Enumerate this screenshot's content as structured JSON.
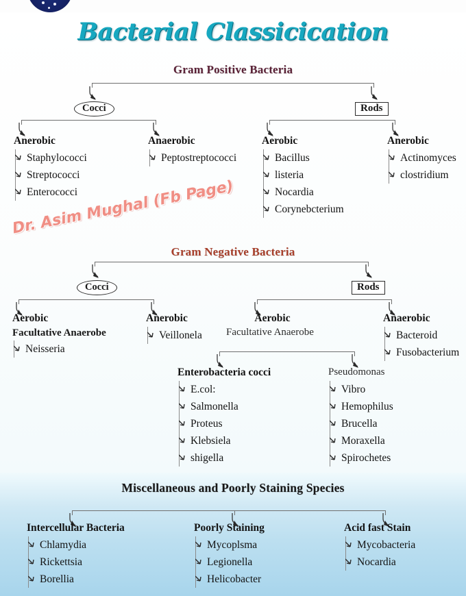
{
  "page": {
    "main_title": "Bacterial Classicication",
    "watermark": "Dr. Asim Mughal  (Fb Page)",
    "colors": {
      "title": "#17a8c0",
      "gram_positive_heading": "#5c2338",
      "gram_negative_heading": "#a8402c",
      "misc_heading": "#171717",
      "watermark": "#f08e84",
      "connector": "#6f6f6f",
      "bottom_band": "#a8d5ec"
    },
    "icons": {
      "avatar": "profile-avatar-icon",
      "connector": "hook-arrow-icon",
      "bullet": "tick-bullet-icon"
    }
  },
  "sections": {
    "gram_positive": {
      "title": "Gram Positive Bacteria",
      "nodes": {
        "cocci": "Cocci",
        "rods": "Rods"
      },
      "groups": [
        {
          "heading": "Anerobic",
          "items": [
            "Staphylococci",
            "Streptococci",
            "Enterococci"
          ]
        },
        {
          "heading": "Anaerobic",
          "items": [
            "Peptostreptococci"
          ]
        },
        {
          "heading": "Aerobic",
          "items": [
            "Bacillus",
            "listeria",
            "Nocardia",
            "Corynebcterium"
          ]
        },
        {
          "heading": "Anerobic",
          "items": [
            "Actinomyces",
            "clostridium"
          ]
        }
      ]
    },
    "gram_negative": {
      "title": "Gram Negative Bacteria",
      "nodes": {
        "cocci": "Cocci",
        "rods": "Rods"
      },
      "groups": [
        {
          "heading": "Aerobic",
          "subheading": "Facultative Anaerobe",
          "items": [
            "Neisseria"
          ]
        },
        {
          "heading": "Anerobic",
          "items": [
            "Veillonela"
          ]
        },
        {
          "heading": "Aerobic",
          "subheading": "Facultative  Anaerobe",
          "items": []
        },
        {
          "heading": "Anaerobic",
          "items": [
            "Bacteroid",
            "Fusobacterium"
          ]
        },
        {
          "heading": "Enterobacteria cocci",
          "items": [
            "E.col:",
            "Salmonella",
            "Proteus",
            "Klebsiela",
            "shigella"
          ]
        },
        {
          "heading": "Pseudomonas",
          "items": [
            "Vibro",
            "Hemophilus",
            "Brucella",
            "Moraxella",
            "Spirochetes"
          ]
        }
      ]
    },
    "miscellaneous": {
      "title": "Miscellaneous and Poorly Staining Species",
      "groups": [
        {
          "heading": "Intercellular Bacteria",
          "items": [
            "Chlamydia",
            "Rickettsia",
            "Borellia"
          ]
        },
        {
          "heading": "Poorly Staining",
          "items": [
            "Mycoplsma",
            "Legionella",
            "Helicobacter"
          ]
        },
        {
          "heading": "Acid fast Stain",
          "items": [
            "Mycobacteria",
            "Nocardia"
          ]
        }
      ]
    }
  }
}
